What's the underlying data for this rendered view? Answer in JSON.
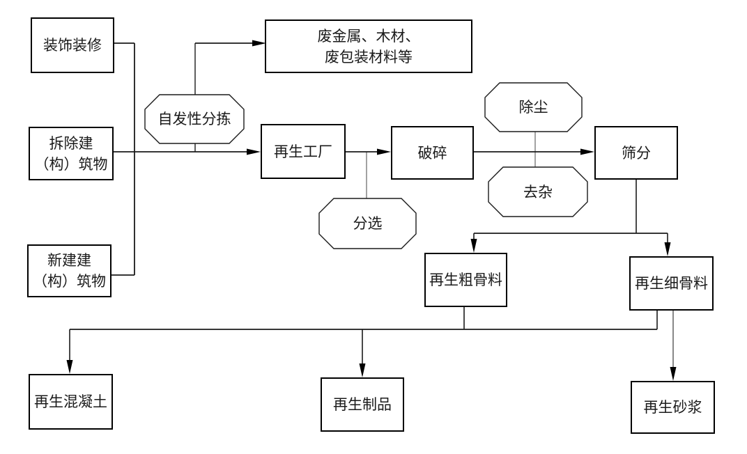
{
  "nodes": {
    "decoration": {
      "label": "装饰装修"
    },
    "demolition": {
      "line1": "拆除建",
      "line2": "（构）筑物"
    },
    "new_construction": {
      "line1": "新建建",
      "line2": "（构）筑物"
    },
    "spontaneous_sorting": {
      "label": "自发性分拣"
    },
    "waste_materials": {
      "line1": "废金属、木材、",
      "line2": "废包装材料等"
    },
    "recycling_plant": {
      "label": "再生工厂"
    },
    "sorting": {
      "label": "分选"
    },
    "crushing": {
      "label": "破碎"
    },
    "dust_removal": {
      "label": "除尘"
    },
    "impurity_removal": {
      "label": "去杂"
    },
    "screening": {
      "label": "筛分"
    },
    "coarse_aggregate": {
      "label": "再生粗骨料"
    },
    "fine_aggregate": {
      "label": "再生细骨料"
    },
    "recycled_concrete": {
      "label": "再生混凝土"
    },
    "recycled_products": {
      "label": "再生制品"
    },
    "recycled_mortar": {
      "label": "再生砂浆"
    }
  },
  "colors": {
    "line": "#1a1a1a",
    "light_line": "#7a7a7a",
    "box_border": "#000000",
    "background": "#ffffff"
  }
}
